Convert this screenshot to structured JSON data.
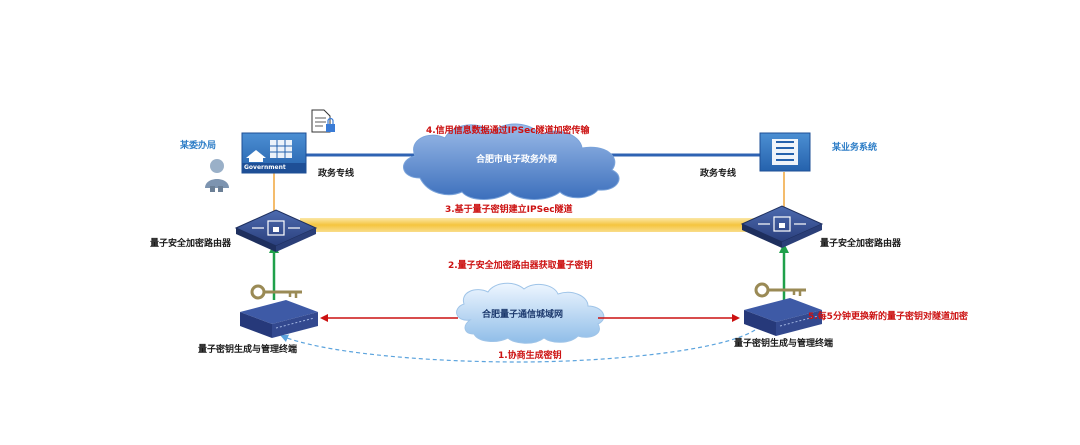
{
  "nodes": {
    "left_office": "某委办局",
    "right_system": "某业务系统",
    "left_line": "政务专线",
    "right_line": "政务专线",
    "left_router": "量子安全加密路由器",
    "right_router": "量子安全加密路由器",
    "left_terminal": "量子密钥生成与管理终端",
    "right_terminal": "量子密钥生成与管理终端",
    "gov_building_sign": "Government"
  },
  "clouds": {
    "gov_network": "合肥市电子政务外网",
    "quantum_network": "合肥量子通信城域网"
  },
  "steps": {
    "step1": "1.协商生成密钥",
    "step2": "2.量子安全加密路由器获取量子密钥",
    "step3": "3.基于量子密钥建立IPSec隧道",
    "step4": "4.信用信息数据通过IPSec隧道加密传输",
    "step5": "5.每5分钟更换新的量子密钥对隧道加密"
  },
  "colors": {
    "step_text": "#cc1111",
    "node_label": "#2e7ec7",
    "cloud": "#4a7cc4",
    "tunnel": "#f6c94a",
    "key_arrow": "#1fa04a"
  }
}
